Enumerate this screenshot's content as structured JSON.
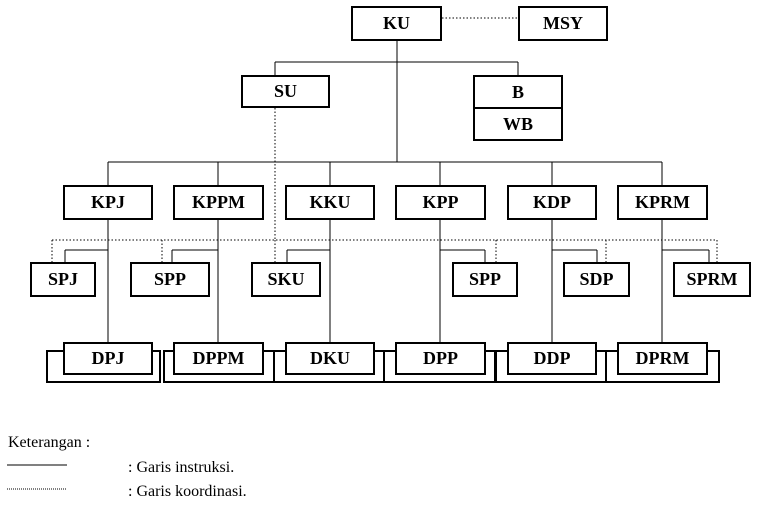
{
  "top": {
    "ku": "KU",
    "msy": "MSY"
  },
  "level2": {
    "su": "SU",
    "b": "B",
    "wb": "WB"
  },
  "departments": [
    {
      "head": "KPJ",
      "sub": "SPJ",
      "unit": "DPJ"
    },
    {
      "head": "KPPM",
      "sub": "SPP",
      "unit": "DPPM"
    },
    {
      "head": "KKU",
      "sub": "SKU",
      "unit": "DKU"
    },
    {
      "head": "KPP",
      "sub": "SPP",
      "unit": "DPP"
    },
    {
      "head": "KDP",
      "sub": "SDP",
      "unit": "DDP"
    },
    {
      "head": "KPRM",
      "sub": "SPRM",
      "unit": "DPRM"
    }
  ],
  "legend": {
    "title": "Keterangan :",
    "instruction": ": Garis instruksi.",
    "coordination": ": Garis koordinasi."
  }
}
